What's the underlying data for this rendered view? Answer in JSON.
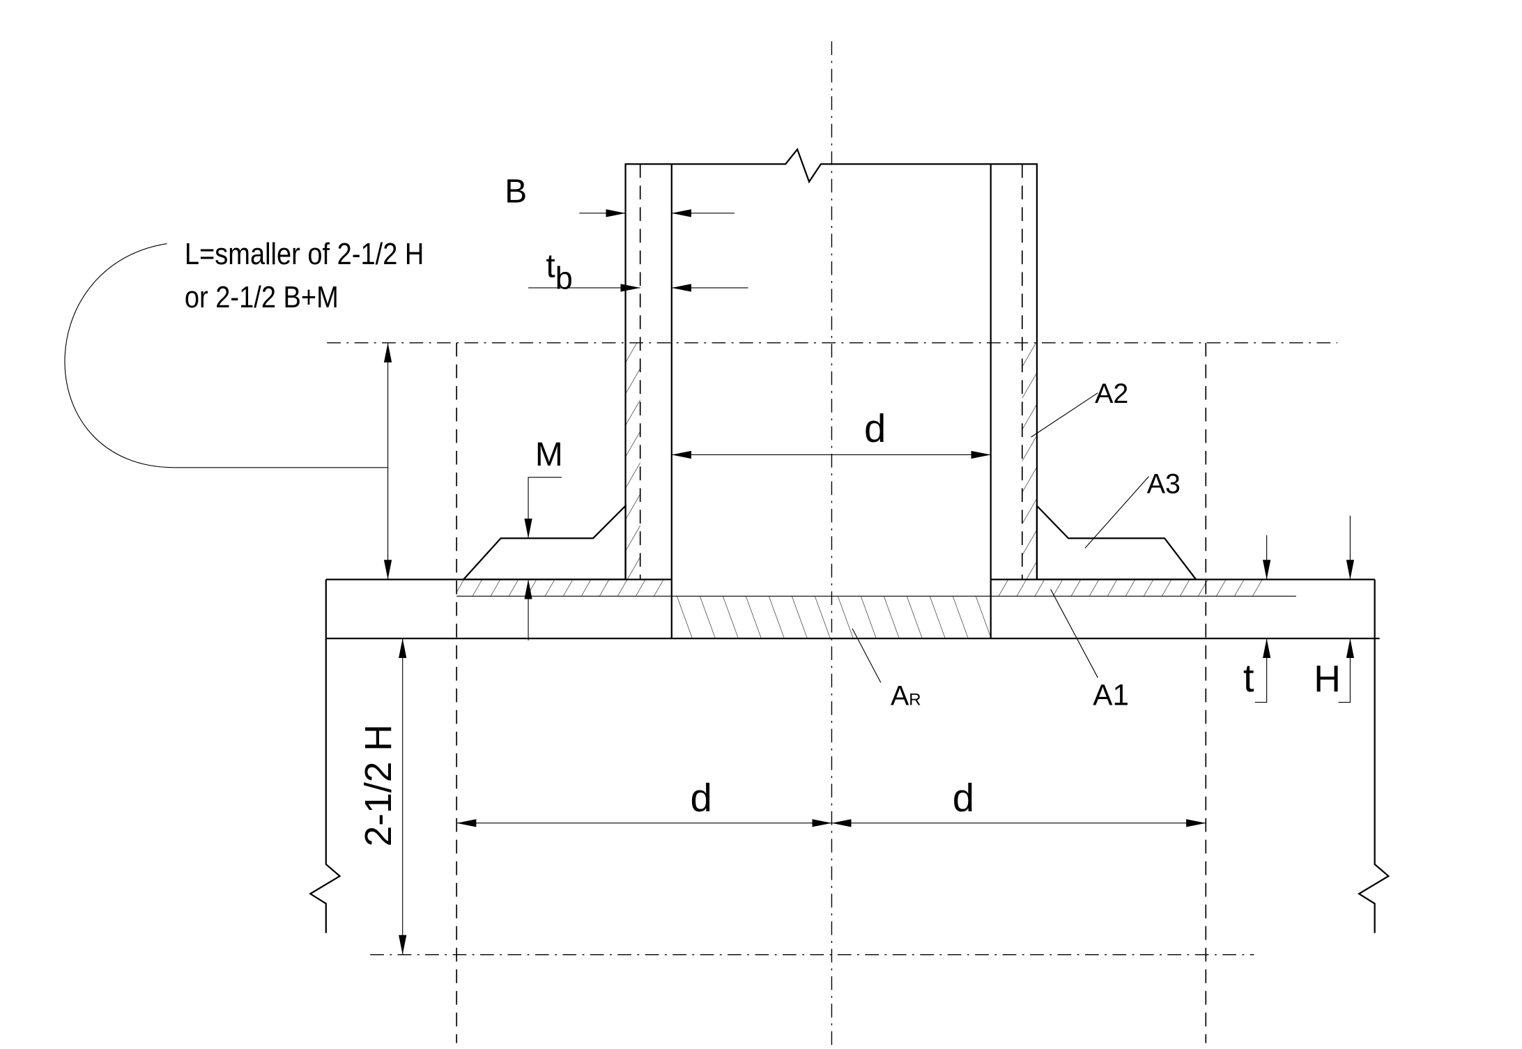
{
  "labels": {
    "B": "B",
    "tb_main": "t",
    "tb_sub": "b",
    "L_line1": "L=smaller of 2-1/2 H",
    "L_line2": "or 2-1/2  B+M",
    "M": "M",
    "d_top": "d",
    "d_left": "d",
    "d_right": "d",
    "A1": "A1",
    "A2": "A2",
    "A3": "A3",
    "AR_main": "A",
    "AR_sub": "R",
    "t": "t",
    "H": "H",
    "two_half_H": "2-1/2 H"
  }
}
